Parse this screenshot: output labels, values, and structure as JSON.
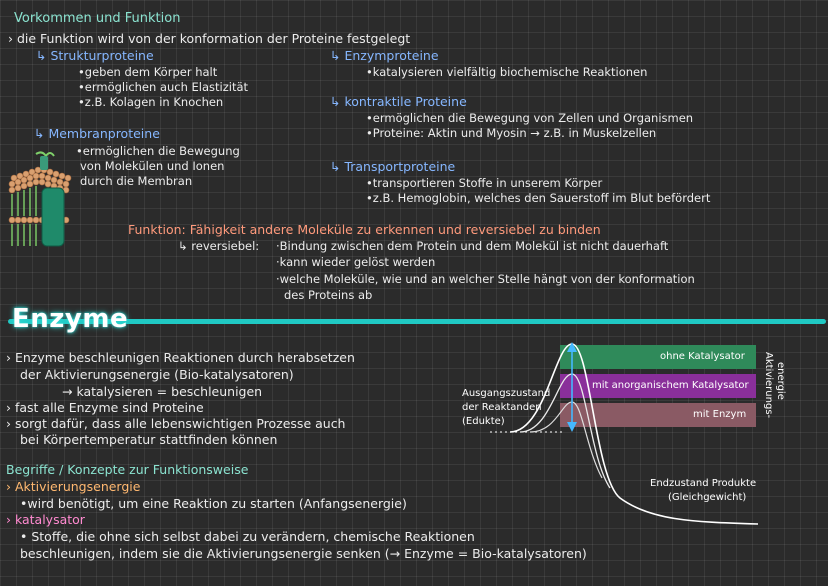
{
  "section1": {
    "heading": "Vorkommen und Funktion",
    "intro": "› die Funktion wird von der konformation der Proteine festgelegt",
    "struktur": {
      "label": "↳ Strukturproteine",
      "items": [
        "•geben dem Körper halt",
        "•ermöglichen auch Elastizität",
        "•z.B. Kolagen in Knochen"
      ]
    },
    "enzym": {
      "label": "↳ Enzymproteine",
      "items": [
        "•katalysieren vielfältig biochemische Reaktionen"
      ]
    },
    "kontraktil": {
      "label": "↳ kontraktile Proteine",
      "items": [
        "•ermöglichen die Bewegung von Zellen und Organismen",
        "•Proteine: Aktin und Myosin → z.B. in Muskelzellen"
      ]
    },
    "membran": {
      "label": "↳ Membranproteine",
      "items": [
        "•ermöglichen die Bewegung",
        "von Molekülen und Ionen",
        "durch die Membran"
      ]
    },
    "transport": {
      "label": "↳ Transportproteine",
      "items": [
        "•transportieren Stoffe in unserem Körper",
        "•z.B. Hemoglobin, welches den Sauerstoff im Blut befördert"
      ]
    },
    "funktion": {
      "label": "Funktion: Fähigkeit andere Moleküle zu erkennen und reversiebel zu binden",
      "reversiebel": "↳ reversiebel:",
      "items": [
        "·Bindung zwischen dem Protein und dem Molekül ist nicht dauerhaft",
        "·kann wieder gelöst werden",
        "·welche Moleküle, wie und an welcher Stelle hängt von der konformation",
        "des Proteins ab"
      ]
    }
  },
  "enzyme": {
    "title": "Enzyme",
    "lines": [
      "› Enzyme beschleunigen Reaktionen durch herabsetzen",
      "der Aktivierungsenergie (Bio-katalysatoren)",
      "→ katalysieren = beschleunigen",
      "› fast alle Enzyme sind Proteine",
      "› sorgt dafür, dass alle lebenswichtigen Prozesse auch",
      "bei Körpertemperatur stattfinden können"
    ],
    "begriffe_heading": "Begriffe / Konzepte zur Funktionsweise",
    "aktivierung_label": "› Aktivierungsenergie",
    "aktivierung_text": "•wird benötigt, um eine Reaktion zu starten (Anfangsenergie)",
    "katalysator_label": "› katalysator",
    "katalysator_text1": "• Stoffe, die ohne sich selbst dabei zu verändern, chemische Reaktionen",
    "katalysator_text2": "beschleunigen, indem sie die Aktivierungsenergie senken (→ Enzyme = Bio-katalysatoren)"
  },
  "diagram": {
    "band1": "ohne Katalysator",
    "band2": "mit anorganischem Katalysator",
    "band3": "mit Enzym",
    "start_label1": "Ausgangszustand",
    "start_label2": "der Reaktanden",
    "start_label3": "(Edukte)",
    "end_label1": "Endzustand Produkte",
    "end_label2": "(Gleichgewicht)",
    "axis_label1": "Aktivierungs-",
    "axis_label2": "energie",
    "colors": {
      "band1": "#2f8a5a",
      "band2": "#8a2f9a",
      "band3": "#8a5a64"
    }
  }
}
